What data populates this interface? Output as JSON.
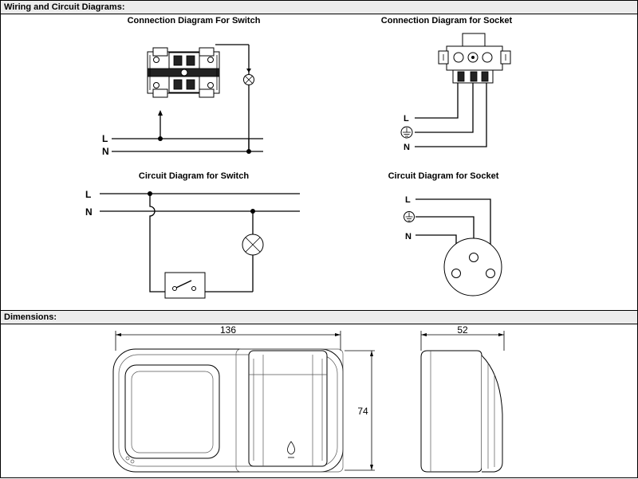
{
  "sections": {
    "wiring_header": "Wiring and Circuit Diagrams:",
    "dimensions_header": "Dimensions:"
  },
  "wiring": {
    "connection_switch_title": "Connection Diagram For Switch",
    "connection_socket_title": "Connection Diagram for Socket",
    "circuit_switch_title": "Circuit Diagram for Switch",
    "circuit_socket_title": "Circuit Diagram for Socket",
    "line_label": "L",
    "neutral_label": "N"
  },
  "dimensions": {
    "width": "136",
    "height": "74",
    "depth": "52"
  },
  "icons": [
    "earth-ground-icon",
    "lamp-icon",
    "switch-contact-icon",
    "drop-symbol-icon"
  ]
}
